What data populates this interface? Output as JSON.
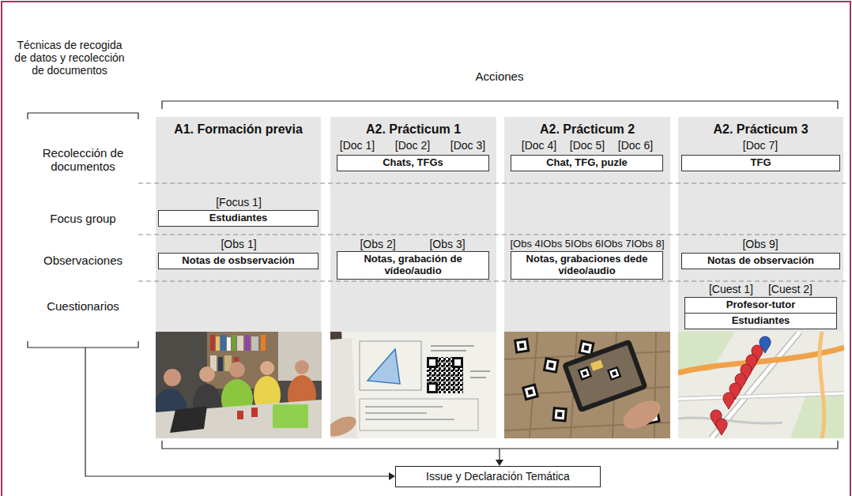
{
  "diagram": {
    "nodes": [
      {
        "text": [
          "A1. Formación previa"
        ]
      },
      {
        "text": [
          "A2. Prácticum 1"
        ]
      },
      {
        "text": [
          "A2. Prácticum 2"
        ]
      },
      {
        "text": [
          "A2. Prácticum 3"
        ]
      },
      {
        "text": [
          "Estudiantes"
        ],
        "in": 0
      },
      {
        "text": [
          "Notas de osbservación"
        ],
        "in": 0
      },
      {
        "text": [
          "Chats, TFGs"
        ],
        "in": 1
      },
      {
        "text": [
          "Notas, grabación de vídeo/audio"
        ],
        "in": 1
      },
      {
        "text": [
          "Chat, TFG, puzle"
        ],
        "in": 2
      },
      {
        "text": [
          "Notas, grabaciones dede vídeo/audio"
        ],
        "in": 2
      },
      {
        "text": [
          "TFG"
        ],
        "in": 3
      },
      {
        "text": [
          "Notas de observación"
        ],
        "in": 3
      },
      {
        "text": [
          "Profesor-tutor"
        ],
        "in": 3
      },
      {
        "text": [
          "Estudiantes"
        ],
        "in": 3
      },
      {
        "text": [
          "Issue y Declaración Temática"
        ]
      }
    ],
    "labels": [
      "Técnicas de recogida de datos y recolección de documentos",
      "Acciones",
      "Recolección de documentos",
      "[Doc 1]",
      "[Doc 2]",
      "[Doc 3]",
      "[Doc 4]",
      "[Doc 5]",
      "[Doc 6]",
      "[Doc 7]",
      "Focus group",
      "[Focus 1]",
      "Observaciones",
      "[Obs 1]",
      "[Obs 2]",
      "[Obs 3]",
      "[Obs 4IObs 5IObs 6IObs 7IObs 8]",
      "[Obs 9]",
      "Cuestionarios",
      "[Cuest 1]",
      "[Cuest 2]"
    ]
  }
}
